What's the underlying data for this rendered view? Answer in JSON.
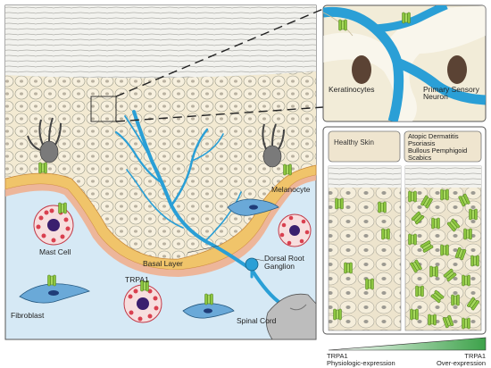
{
  "labels": {
    "keratinocytes": "Keratinocytes",
    "primary_sensory_1": "Primary Sensory",
    "primary_sensory_2": "Neuron",
    "healthy_skin": "Healthy Skin",
    "disease_1": "Atopic Dermatitis",
    "disease_2": "Psoriasis",
    "disease_3": "Bullous Pemphigoid",
    "disease_4": "Scabics",
    "melanocyte": "Melanocyte",
    "mast_cell": "Mast Cell",
    "basal_layer": "Basal Layer",
    "drg_1": "Dorsal Root",
    "drg_2": "Ganglion",
    "trpa1": "TRPA1",
    "fibroblast": "Fibroblast",
    "spinal_cord": "Spinal Cord",
    "legend_left_1": "TRPA1",
    "legend_left_2": "Physiologic-expression",
    "legend_right_1": "TRPA1",
    "legend_right_2": "Over-expression"
  },
  "colors": {
    "nerve": "#2a9fd6",
    "trpa1": "#8cc63f",
    "dermis": "#d8ebf6",
    "epidermis_cell": "#f4ecd6",
    "basal_cell": "#f0c46a",
    "mast_cell": "#d9404f",
    "nucleus": "#3a1f6e"
  }
}
